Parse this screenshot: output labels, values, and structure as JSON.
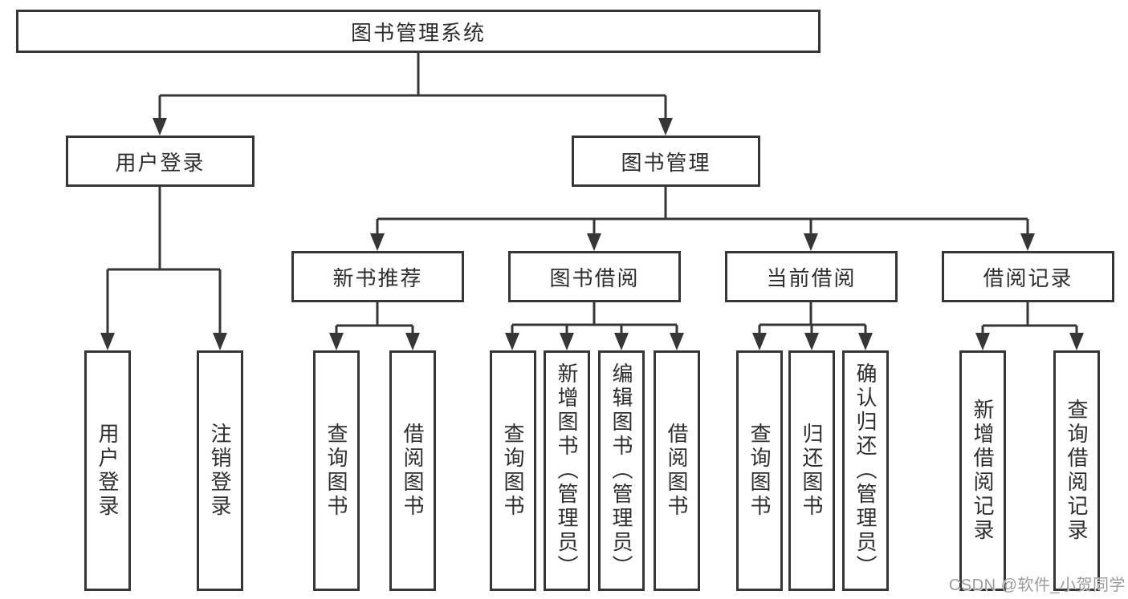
{
  "tree": {
    "root": {
      "label": "图书管理系统"
    },
    "children": [
      {
        "label": "用户登录",
        "children": [
          {
            "label": "用户登录"
          },
          {
            "label": "注销登录"
          }
        ]
      },
      {
        "label": "图书管理",
        "children": [
          {
            "label": "新书推荐",
            "children": [
              {
                "label": "查询图书"
              },
              {
                "label": "借阅图书"
              }
            ]
          },
          {
            "label": "图书借阅",
            "children": [
              {
                "label": "查询图书"
              },
              {
                "label": "新增图书（管理员）"
              },
              {
                "label": "编辑图书（管理员）"
              },
              {
                "label": "借阅图书"
              }
            ]
          },
          {
            "label": "当前借阅",
            "children": [
              {
                "label": "查询图书"
              },
              {
                "label": "归还图书"
              },
              {
                "label": "确认归还（管理员）"
              }
            ]
          },
          {
            "label": "借阅记录",
            "children": [
              {
                "label": "新增借阅记录"
              },
              {
                "label": "查询借阅记录"
              }
            ]
          }
        ]
      }
    ]
  },
  "watermark": {
    "text": "CSDN @软件_小贺同学"
  },
  "colors": {
    "line": "#363636",
    "box_border": "#363636",
    "text": "#2e2e2e",
    "watermark": "#9b9b9b",
    "background": "#ffffff"
  }
}
